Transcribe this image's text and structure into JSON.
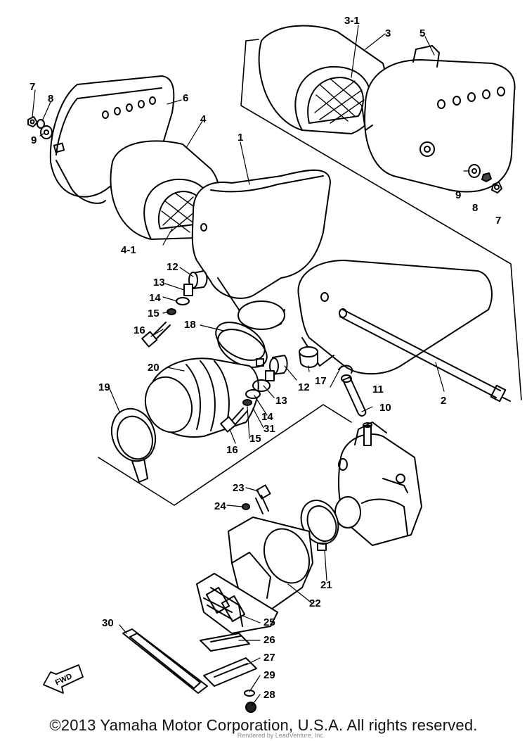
{
  "diagram": {
    "labels": {
      "p1": "1",
      "p2": "2",
      "p3": "3",
      "p3_1": "3-1",
      "p4": "4",
      "p4_1": "4-1",
      "p5": "5",
      "p6": "6",
      "p7a": "7",
      "p7b": "7",
      "p8a": "8",
      "p8b": "8",
      "p9a": "9",
      "p9b": "9",
      "p10": "10",
      "p11": "11",
      "p12a": "12",
      "p12b": "12",
      "p13a": "13",
      "p13b": "13",
      "p14a": "14",
      "p14b": "14",
      "p15a": "15",
      "p15b": "15",
      "p16a": "16",
      "p16b": "16",
      "p17": "17",
      "p18": "18",
      "p19": "19",
      "p20": "20",
      "p21": "21",
      "p22": "22",
      "p23": "23",
      "p24": "24",
      "p25": "25",
      "p26": "26",
      "p27": "27",
      "p28": "28",
      "p29": "29",
      "p30": "30",
      "p31": "31"
    },
    "fwd": "FWD"
  },
  "footer": {
    "copyright": "©2013 Yamaha Motor Corporation, U.S.A. All rights reserved.",
    "rendered_by": "Rendered by LeadVenture, Inc."
  }
}
